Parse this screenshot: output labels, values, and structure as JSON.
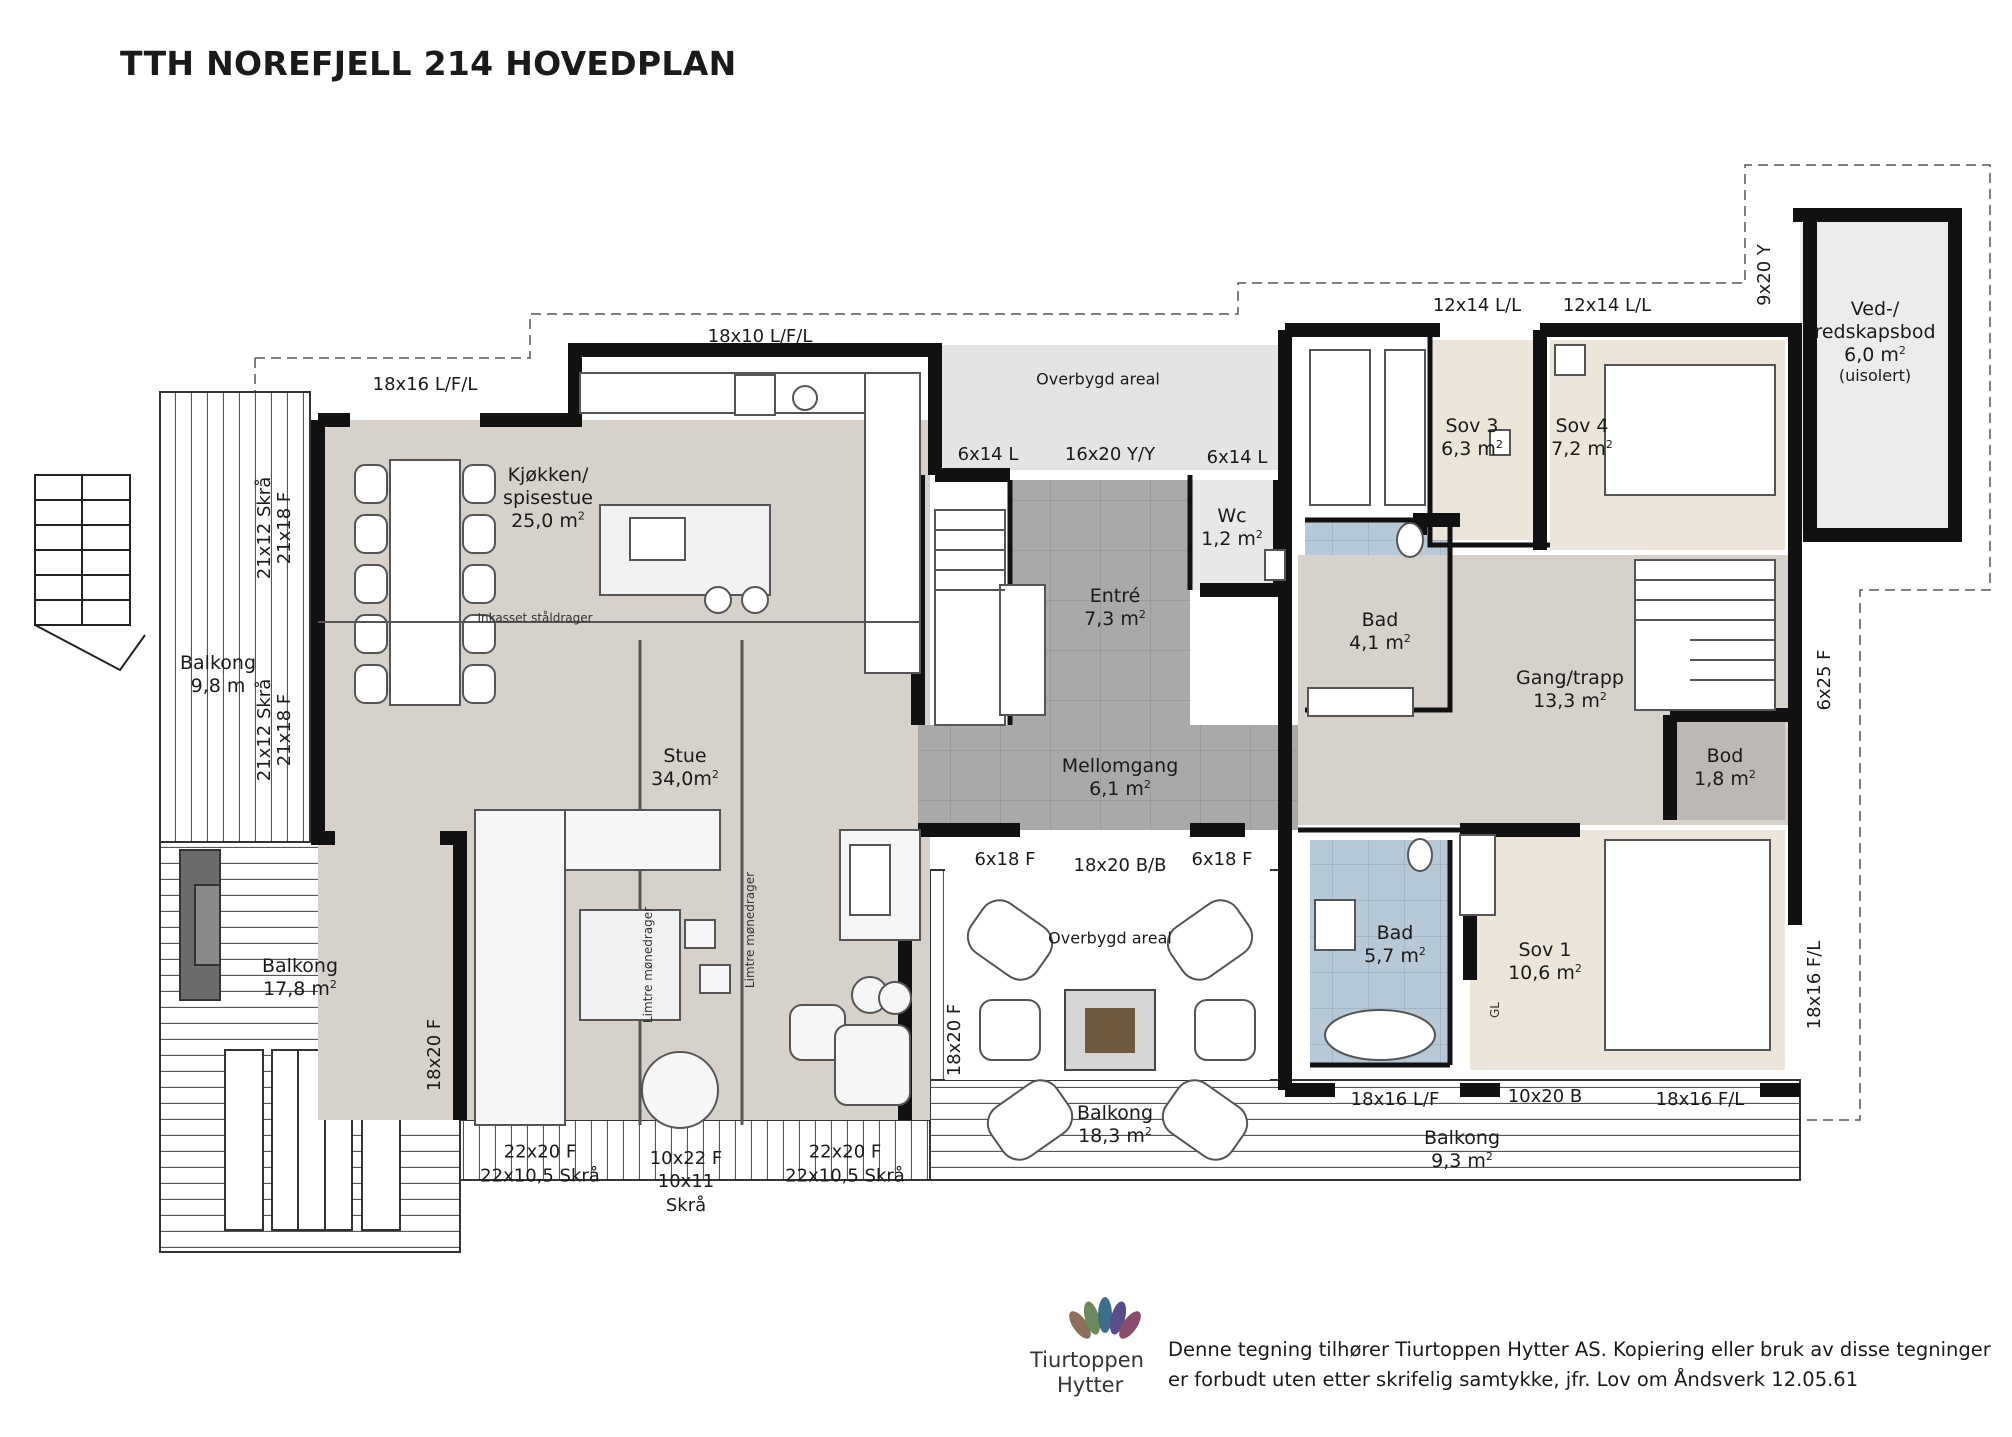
{
  "title": "TTH NOREFJELL 214 HOVEDPLAN",
  "colors": {
    "wall": "#111111",
    "floor_living": "#d6d1cb",
    "floor_bedroom": "#ece6da",
    "floor_tile": "#a9a9a9",
    "floor_wet": "#b7c8d6",
    "floor_bod": "#bdb8b3",
    "covered": "#e4e4e4",
    "deck_lines": "#444444"
  },
  "rooms": {
    "kjokken": {
      "name": "Kjøkken/\nspisestue",
      "area": "25,0 m",
      "sup": "2"
    },
    "stue": {
      "name": "Stue",
      "area": "34,0m",
      "sup": "2"
    },
    "entre": {
      "name": "Entré",
      "area": "7,3 m",
      "sup": "2"
    },
    "wc": {
      "name": "Wc",
      "area": "1,2 m",
      "sup": "2"
    },
    "bad1": {
      "name": "Bad",
      "area": "4,1 m",
      "sup": "2"
    },
    "bad2": {
      "name": "Bad",
      "area": "5,7 m",
      "sup": "2"
    },
    "sov1": {
      "name": "Sov 1",
      "area": "10,6 m",
      "sup": "2"
    },
    "sov3": {
      "name": "Sov 3",
      "area": "6,3 m",
      "sup": "2"
    },
    "sov4": {
      "name": "Sov 4",
      "area": "7,2 m",
      "sup": "2"
    },
    "gang": {
      "name": "Gang/trapp",
      "area": "13,3 m",
      "sup": "2"
    },
    "bod": {
      "name": "Bod",
      "area": "1,8 m",
      "sup": "2"
    },
    "mellomgang": {
      "name": "Mellomgang",
      "area": "6,1 m",
      "sup": "2"
    },
    "ved": {
      "name": "Ved-/\nredskapsbod",
      "area": "6,0 m",
      "sup": "2",
      "note": "(uisolert)"
    },
    "balkong_w_top": {
      "name": "Balkong",
      "area": "9,8 m"
    },
    "balkong_w_bottom": {
      "name": "Balkong",
      "area": "17,8 m",
      "sup": "2"
    },
    "balkong_mid": {
      "name": "Balkong",
      "area": "18,3 m",
      "sup": "2"
    },
    "balkong_e": {
      "name": "Balkong",
      "area": "9,3 m",
      "sup": "2"
    }
  },
  "labels": {
    "overbygd_top": "Overbygd areal",
    "overbygd_bottom": "Overbygd areal",
    "beam": "Inkasset ståldrager",
    "monedrager1": "Limtre mønedrager",
    "monedrager2": "Limtre mønedrager",
    "gl": "GL"
  },
  "dimensions": {
    "d1": "18x16 L/F/L",
    "d2": "18x10 L/F/L",
    "d3": "12x14 L/L",
    "d4": "12x14 L/L",
    "d5": "9x20 Y",
    "d6": "6x14 L",
    "d7": "16x20 Y/Y",
    "d8": "6x14 L",
    "d9": "21x12 Skrå\n21x18 F",
    "d10": "21x12 Skrå\n21x18 F",
    "d11": "6x25 F",
    "d12": "6x18 F",
    "d13": "18x20 B/B",
    "d14": "6x18 F",
    "d15": "18x16 F/L",
    "d16": "18x20 F",
    "d17": "18x20 F",
    "d18": "22x20 F\n22x10,5 Skrå",
    "d19": "10x22 F\n10x11\nSkrå",
    "d20": "22x20 F\n22x10,5 Skrå",
    "d21": "18x16 L/F",
    "d22": "10x20 B",
    "d23": "18x16 F/L"
  },
  "footer": {
    "brand_line1": "Tiurtoppen",
    "brand_line2": "Hytter",
    "disclaimer_line1": "Denne tegning tilhører Tiurtoppen Hytter AS. Kopiering eller bruk av disse tegninger",
    "disclaimer_line2": "er forbudt uten etter skrifelig  samtykke, jfr. Lov om Åndsverk 12.05.61"
  }
}
